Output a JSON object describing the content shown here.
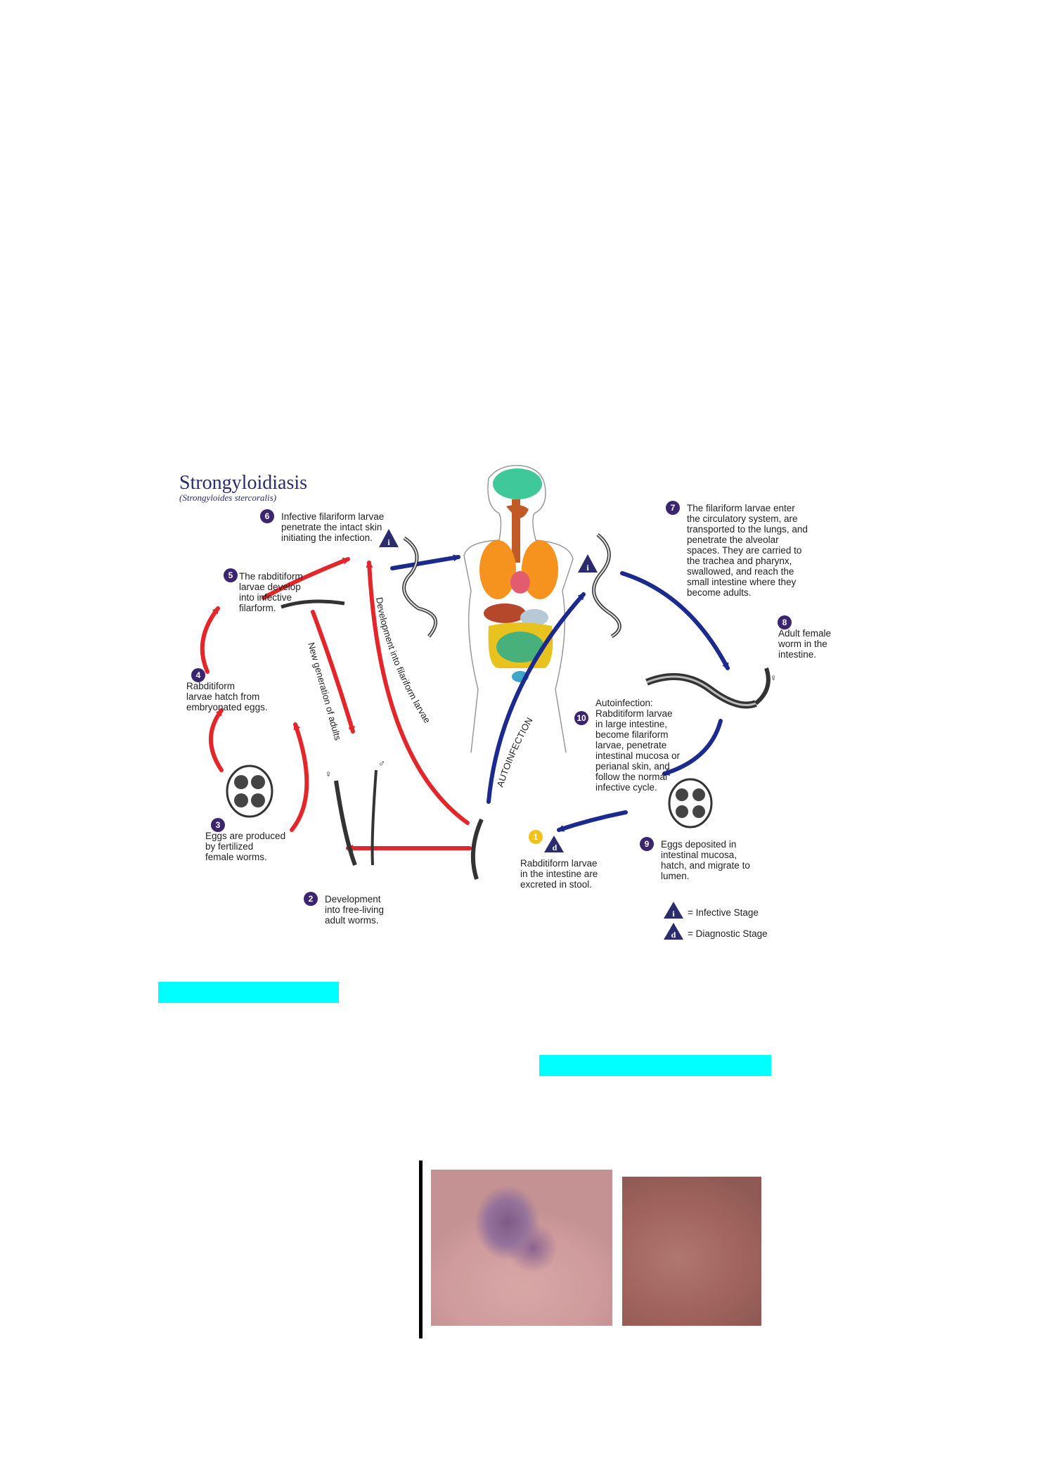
{
  "diagram": {
    "title": "Strongyloidiasis",
    "subtitle": "(Strongyloides stercoralis)",
    "steps": [
      {
        "num": "1",
        "lines": [
          "Rabditiform larvae",
          "in the intestine are",
          "excreted in stool."
        ]
      },
      {
        "num": "2",
        "lines": [
          "Development",
          "into free-living",
          "adult worms."
        ]
      },
      {
        "num": "3",
        "lines": [
          "Eggs are produced",
          "by fertilized",
          "female worms."
        ]
      },
      {
        "num": "4",
        "lines": [
          "Rabditiform",
          "larvae hatch from",
          "embryonated eggs."
        ]
      },
      {
        "num": "5",
        "lines": [
          "The rabditiform",
          "larvae develop",
          "into infective",
          "filarform."
        ]
      },
      {
        "num": "6",
        "lines": [
          "Infective filariform larvae",
          "penetrate the intact skin",
          "initiating the infection."
        ]
      },
      {
        "num": "7",
        "lines": [
          "The filariform larvae enter",
          "the circulatory system, are",
          "transported to the lungs, and",
          "penetrate the alveolar",
          "spaces.  They are carried to",
          "the trachea and pharynx,",
          "swallowed, and reach the",
          "small intestine where they",
          "become adults."
        ]
      },
      {
        "num": "8",
        "lines": [
          "Adult female",
          "worm in the",
          "intestine."
        ]
      },
      {
        "num": "9",
        "lines": [
          "Eggs deposited in",
          "intestinal mucosa,",
          "hatch, and migrate to",
          "lumen."
        ]
      },
      {
        "num": "10",
        "lines": [
          "Autoinfection:",
          "Rabditiform larvae",
          "in large intestine,",
          "become filariform",
          "larvae, penetrate",
          "intestinal mucosa or",
          "perianal skin, and",
          "follow the normal",
          "infective cycle."
        ]
      }
    ],
    "arrow_labels": {
      "new_generation": "New generation of adults",
      "development": "Development into filariform larvae",
      "autoinfection": "AUTOINFECTION"
    },
    "legend": {
      "infective_symbol": "i",
      "infective": "= Infective Stage",
      "diagnostic_symbol": "d",
      "diagnostic": "= Diagnostic Stage"
    },
    "sex_symbols": {
      "female": "♀",
      "male": "♂"
    },
    "colors": {
      "red_path": "#e3262a",
      "blue_path": "#1b2a8c",
      "badge": "#3b2470",
      "badge_yellow": "#f2c21b",
      "title": "#2a2c6e"
    }
  }
}
